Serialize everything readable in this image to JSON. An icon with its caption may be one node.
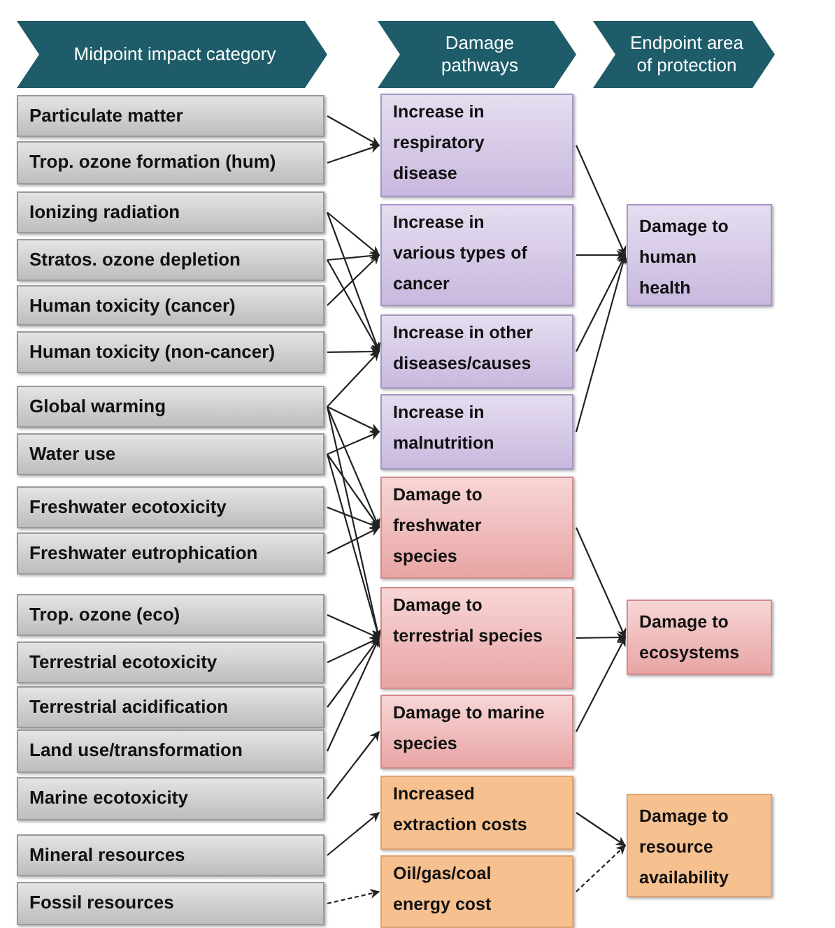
{
  "diagram": {
    "nodes": [
      {
        "text": [
          "Particulate matter"
        ]
      },
      {
        "text": [
          "Trop. ozone formation (hum)"
        ]
      },
      {
        "text": [
          "Ionizing radiation"
        ]
      },
      {
        "text": [
          "Stratos. ozone depletion"
        ]
      },
      {
        "text": [
          "Human toxicity (cancer)"
        ]
      },
      {
        "text": [
          "Human toxicity (non-cancer)"
        ]
      },
      {
        "text": [
          "Global warming"
        ]
      },
      {
        "text": [
          "Water use"
        ]
      },
      {
        "text": [
          "Freshwater ecotoxicity"
        ]
      },
      {
        "text": [
          "Freshwater eutrophication"
        ]
      },
      {
        "text": [
          "Trop. ozone (eco)"
        ]
      },
      {
        "text": [
          "Terrestrial ecotoxicity"
        ]
      },
      {
        "text": [
          "Terrestrial acidification"
        ]
      },
      {
        "text": [
          "Land use/transformation"
        ]
      },
      {
        "text": [
          "Marine ecotoxicity"
        ]
      },
      {
        "text": [
          "Mineral resources"
        ]
      },
      {
        "text": [
          "Fossil resources"
        ]
      },
      {
        "text": [
          "Increase in respiratory disease"
        ]
      },
      {
        "text": [
          "Increase in various types of cancer"
        ]
      },
      {
        "text": [
          "Increase in other diseases/causes"
        ]
      },
      {
        "text": [
          "Increase in malnutrition"
        ]
      },
      {
        "text": [
          "Damage to freshwater species"
        ]
      },
      {
        "text": [
          "Damage to terrestrial species"
        ]
      },
      {
        "text": [
          "Damage to marine species"
        ]
      },
      {
        "text": [
          "Increased extraction costs"
        ]
      },
      {
        "text": [
          "Oil/gas/coal energy cost"
        ]
      },
      {
        "text": [
          "Damage to human health"
        ]
      },
      {
        "text": [
          "Damage to ecosystems"
        ]
      },
      {
        "text": [
          "Damage to resource availability"
        ]
      }
    ],
    "edges": [
      {
        "from": 0,
        "to": 17,
        "arrow": "to"
      },
      {
        "from": 1,
        "to": 17,
        "arrow": "to"
      },
      {
        "from": 2,
        "to": 18,
        "arrow": "to"
      },
      {
        "from": 2,
        "to": 19,
        "arrow": "to"
      },
      {
        "from": 3,
        "to": 18,
        "arrow": "to"
      },
      {
        "from": 3,
        "to": 19,
        "arrow": "to"
      },
      {
        "from": 4,
        "to": 18,
        "arrow": "to"
      },
      {
        "from": 5,
        "to": 19,
        "arrow": "to"
      },
      {
        "from": 6,
        "to": 19,
        "arrow": "to"
      },
      {
        "from": 6,
        "to": 20,
        "arrow": "to"
      },
      {
        "from": 6,
        "to": 21,
        "arrow": "to"
      },
      {
        "from": 6,
        "to": 22,
        "arrow": "to"
      },
      {
        "from": 7,
        "to": 20,
        "arrow": "to"
      },
      {
        "from": 7,
        "to": 21,
        "arrow": "to"
      },
      {
        "from": 7,
        "to": 22,
        "arrow": "to"
      },
      {
        "from": 8,
        "to": 21,
        "arrow": "to"
      },
      {
        "from": 9,
        "to": 21,
        "arrow": "to"
      },
      {
        "from": 10,
        "to": 22,
        "arrow": "to"
      },
      {
        "from": 11,
        "to": 22,
        "arrow": "to"
      },
      {
        "from": 12,
        "to": 22,
        "arrow": "to"
      },
      {
        "from": 13,
        "to": 22,
        "arrow": "to"
      },
      {
        "from": 14,
        "to": 23,
        "arrow": "to"
      },
      {
        "from": 15,
        "to": 24,
        "arrow": "to"
      },
      {
        "from": 16,
        "to": 25,
        "arrow": "to",
        "style": "dashed"
      },
      {
        "from": 17,
        "to": 26,
        "arrow": "to"
      },
      {
        "from": 18,
        "to": 26,
        "arrow": "to"
      },
      {
        "from": 19,
        "to": 26,
        "arrow": "to"
      },
      {
        "from": 20,
        "to": 26,
        "arrow": "to"
      },
      {
        "from": 21,
        "to": 27,
        "arrow": "to"
      },
      {
        "from": 22,
        "to": 27,
        "arrow": "to"
      },
      {
        "from": 23,
        "to": 27,
        "arrow": "to"
      },
      {
        "from": 24,
        "to": 28,
        "arrow": "to"
      },
      {
        "from": 25,
        "to": 28,
        "arrow": "to",
        "style": "dashed"
      }
    ],
    "labels": [
      "Midpoint impact category",
      "Damage pathways",
      "Endpoint area of protection"
    ]
  }
}
